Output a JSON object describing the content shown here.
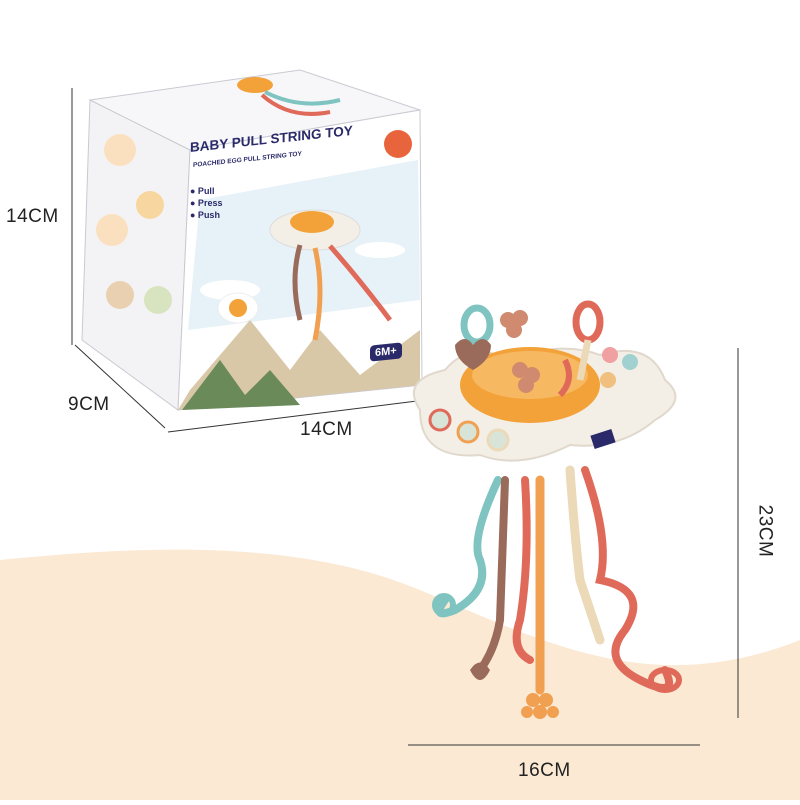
{
  "dimensions": {
    "box_height": "14CM",
    "box_depth": "9CM",
    "box_width": "14CM",
    "toy_height": "23CM",
    "toy_width": "16CM"
  },
  "box": {
    "title": "BABY PULL STRING TOY",
    "subtitle": "POACHED EGG PULL STRING TOY",
    "features": [
      "● Pull",
      "● Press",
      "● Push"
    ],
    "age_badge": "6M+"
  },
  "colors": {
    "background_wave": "#fbe9d4",
    "box_navy": "#2a2a6a",
    "toy_orange": "#f3a23a",
    "toy_white": "#f4efe6",
    "string_coral": "#e06a5a",
    "string_teal": "#7fc4c0",
    "string_brown": "#9a6a5a",
    "string_orange": "#f0a050",
    "string_cream": "#ecd9b8"
  }
}
